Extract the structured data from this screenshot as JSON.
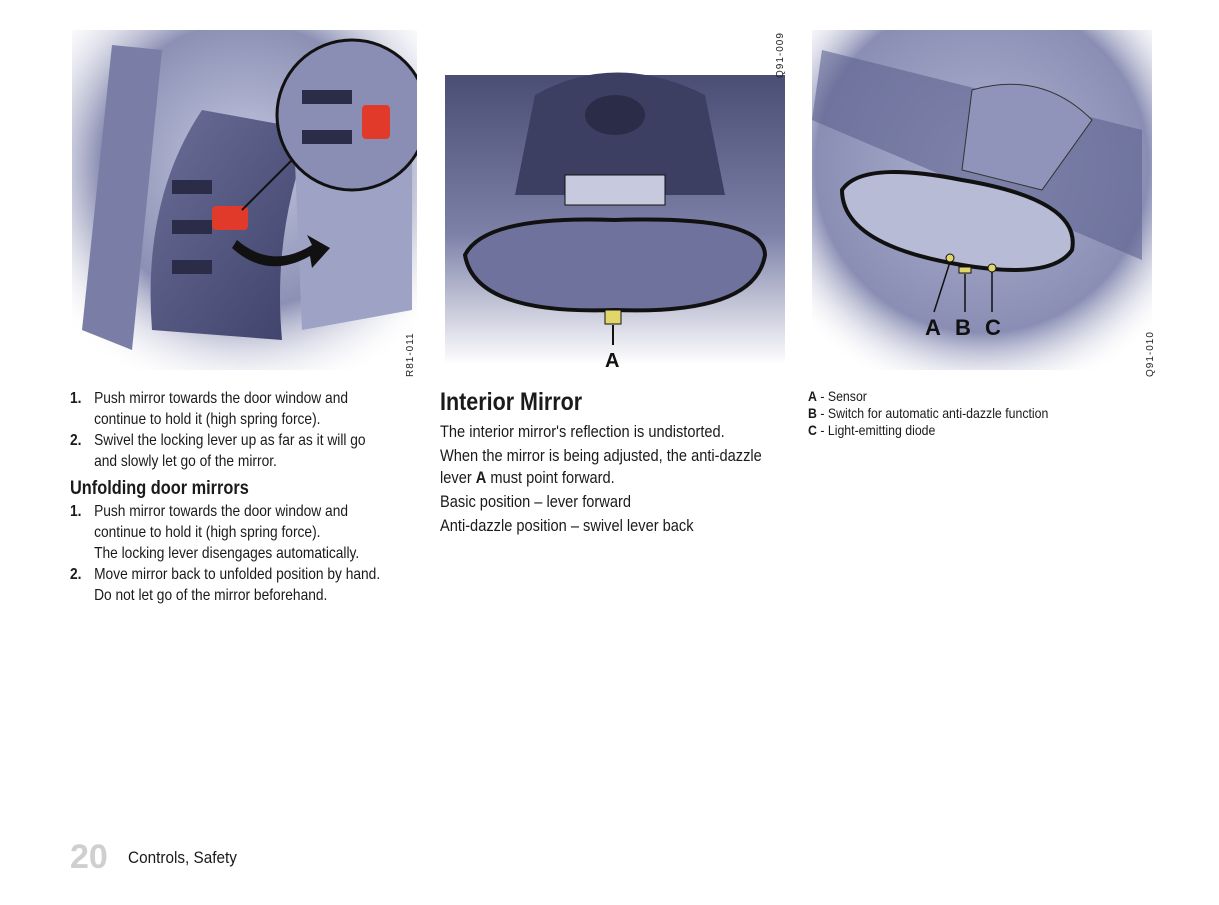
{
  "figures": [
    {
      "code": "R81-011"
    },
    {
      "code": "Q91-009",
      "callouts": [
        "A"
      ]
    },
    {
      "code": "Q91-010",
      "callouts": [
        "A",
        "B",
        "C"
      ]
    }
  ],
  "folding_steps": [
    {
      "num": "1.",
      "lines": [
        "Push mirror towards the door window and",
        "continue to hold it (high spring force)."
      ]
    },
    {
      "num": "2.",
      "lines": [
        "Swivel the locking lever up as far as it will go",
        "and slowly let go of the mirror."
      ]
    }
  ],
  "unfolding": {
    "heading": "Unfolding door mirrors",
    "steps": [
      {
        "num": "1.",
        "lines": [
          "Push mirror towards the door window and",
          "continue to hold it (high spring force).",
          "The locking lever disengages automatically."
        ]
      },
      {
        "num": "2.",
        "lines": [
          "Move mirror back to unfolded position by hand.",
          "Do not let go of the mirror beforehand."
        ]
      }
    ]
  },
  "interior": {
    "heading": "Interior Mirror",
    "p1": "The interior mirror's reflection is undistorted.",
    "p2a": "When the mirror is being adjusted, the anti-dazzle",
    "p2b_pre": "lever ",
    "p2b_bold": "A",
    "p2b_post": " must point forward.",
    "p3": "Basic position – lever forward",
    "p4": "Anti-dazzle position – swivel lever back"
  },
  "legend": [
    {
      "key": "A",
      "text": "- Sensor"
    },
    {
      "key": "B",
      "text": "- Switch for automatic anti-dazzle function"
    },
    {
      "key": "C",
      "text": "- Light-emitting diode"
    }
  ],
  "footer": {
    "page": "20",
    "section": "Controls, Safety"
  },
  "colors": {
    "accent_red": "#e23a2a",
    "illustration_blue": "#5b5f86"
  }
}
